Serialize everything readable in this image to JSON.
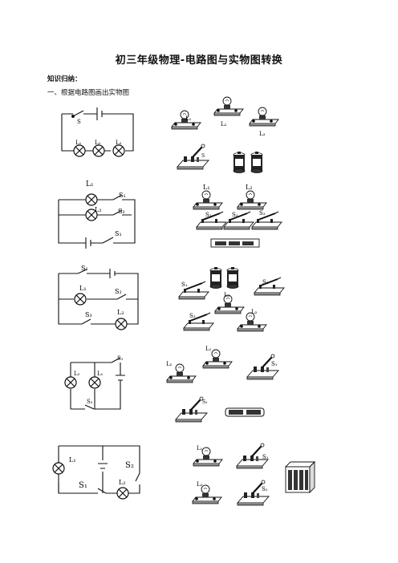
{
  "page": {
    "title": "初三年级物理-电路图与实物图转换",
    "subtitle": "知识归纳：",
    "section": "一、根据电路图画出实物图"
  },
  "labels": {
    "L1": "L₁",
    "L2": "L₂",
    "L3": "L₃",
    "S": "S",
    "S1": "S₁",
    "S2": "S₂",
    "S3": "S₃"
  }
}
